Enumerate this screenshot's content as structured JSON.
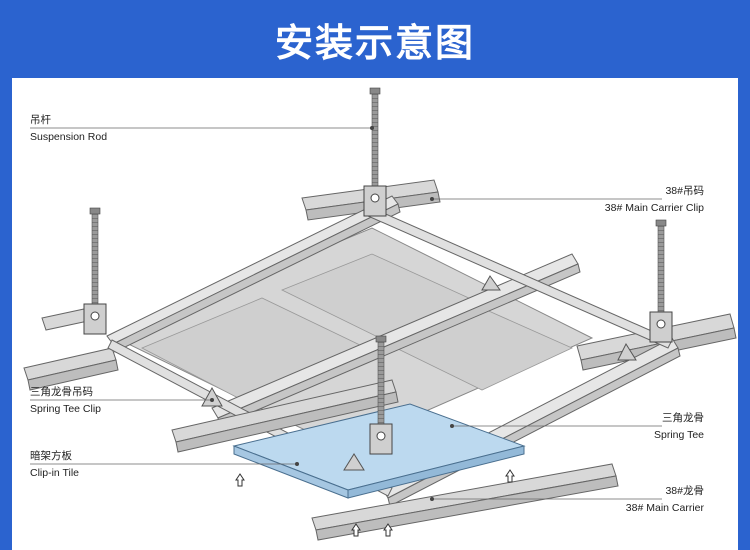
{
  "title": "安装示意图",
  "colors": {
    "header": "#2b63cf",
    "tile": "#bcd9ef",
    "rail": "#d9d9d9",
    "edge": "#666666",
    "rod": "#777777"
  },
  "labels": {
    "suspension_rod": {
      "zh": "吊杆",
      "en": "Suspension Rod"
    },
    "main_carrier_clip": {
      "zh": "38#吊码",
      "en": "38# Main Carrier Clip"
    },
    "spring_tee_clip": {
      "zh": "三角龙骨吊码",
      "en": "Spring Tee Clip"
    },
    "spring_tee": {
      "zh": "三角龙骨",
      "en": "Spring Tee"
    },
    "clip_in_tile": {
      "zh": "暗架方板",
      "en": "Clip-in Tile"
    },
    "main_carrier": {
      "zh": "38#龙骨",
      "en": "38#  Main Carrier"
    }
  }
}
